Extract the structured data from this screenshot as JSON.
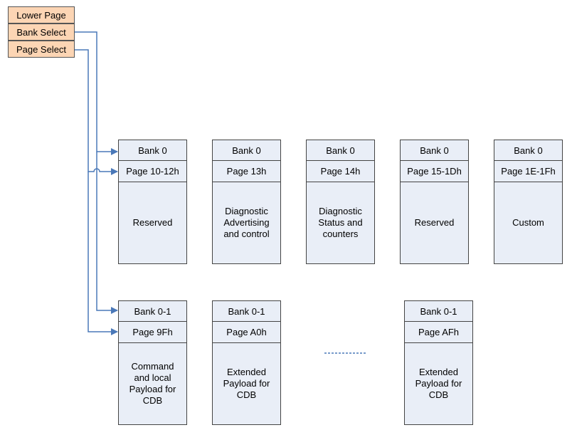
{
  "legend": {
    "lower_page": "Lower Page",
    "bank_select": "Bank Select",
    "page_select": "Page Select"
  },
  "top_row": [
    {
      "bank": "Bank 0",
      "page": "Page 10-12h",
      "desc": "Reserved"
    },
    {
      "bank": "Bank 0",
      "page": "Page 13h",
      "desc": "Diagnostic\nAdvertising\nand control"
    },
    {
      "bank": "Bank 0",
      "page": "Page 14h",
      "desc": "Diagnostic\nStatus and\ncounters"
    },
    {
      "bank": "Bank 0",
      "page": "Page 15-1Dh",
      "desc": "Reserved"
    },
    {
      "bank": "Bank 0",
      "page": "Page 1E-1Fh",
      "desc": "Custom"
    }
  ],
  "bottom_row": [
    {
      "bank": "Bank 0-1",
      "page": "Page 9Fh",
      "desc": "Command\nand local\nPayload for\nCDB"
    },
    {
      "bank": "Bank 0-1",
      "page": "Page A0h",
      "desc": "Extended\nPayload for\nCDB"
    },
    {
      "bank": "Bank 0-1",
      "page": "Page AFh",
      "desc": "Extended\nPayload for\nCDB"
    }
  ],
  "colors": {
    "legend_fill": "#fcd5b4",
    "box_fill": "#e9eef7",
    "connector": "#4a78b8"
  }
}
